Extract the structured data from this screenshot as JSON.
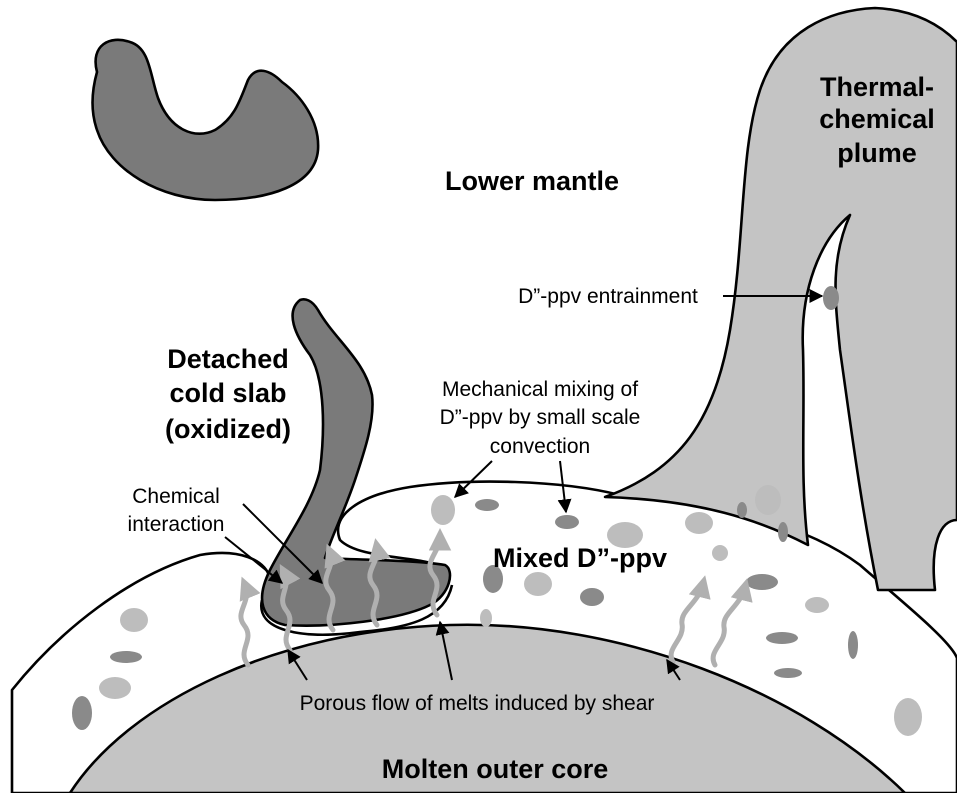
{
  "labels": {
    "lower_mantle": "Lower mantle",
    "plume_line1": "Thermal-",
    "plume_line2": "chemical",
    "plume_line3": "plume",
    "slab_line1": "Detached",
    "slab_line2": "cold slab",
    "slab_line3": "(oxidized)",
    "entrainment": "D”-ppv entrainment",
    "mixing_line1": "Mechanical mixing of",
    "mixing_line2": "D”-ppv by small scale",
    "mixing_line3": "convection",
    "chemical_line1": "Chemical",
    "chemical_line2": "interaction",
    "mixed": "Mixed D”-ppv",
    "porous": "Porous flow of melts induced by shear",
    "core": "Molten outer core"
  },
  "colors": {
    "slab_dark": "#7a7a7a",
    "plume_gray": "#c4c4c4",
    "core_gray": "#c4c4c4",
    "blob_light": "#bdbdbd",
    "blob_dark": "#8a8a8a",
    "melt_arrow": "#b0b0b0",
    "outline": "#000000"
  }
}
